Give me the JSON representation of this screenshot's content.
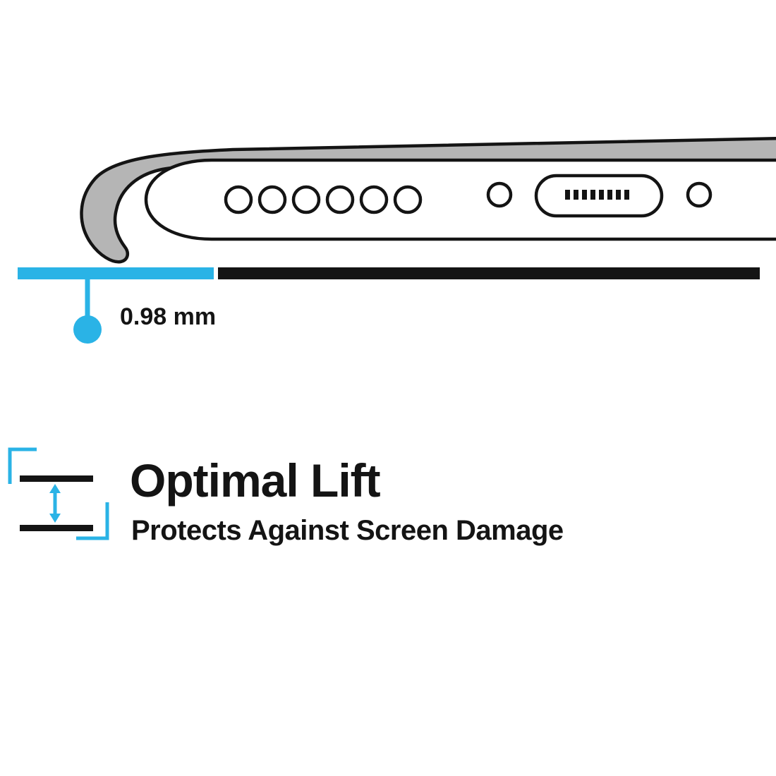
{
  "colors": {
    "accent": "#2ab3e6",
    "ink": "#141414",
    "case": "#b5b5b5"
  },
  "illustration": {
    "description": "Side cross-section of phone in case resting face-down, showing raised lip gap",
    "measurement_label": "0.98 mm"
  },
  "feature": {
    "title": "Optimal Lift",
    "subtitle": "Protects Against Screen Damage"
  }
}
